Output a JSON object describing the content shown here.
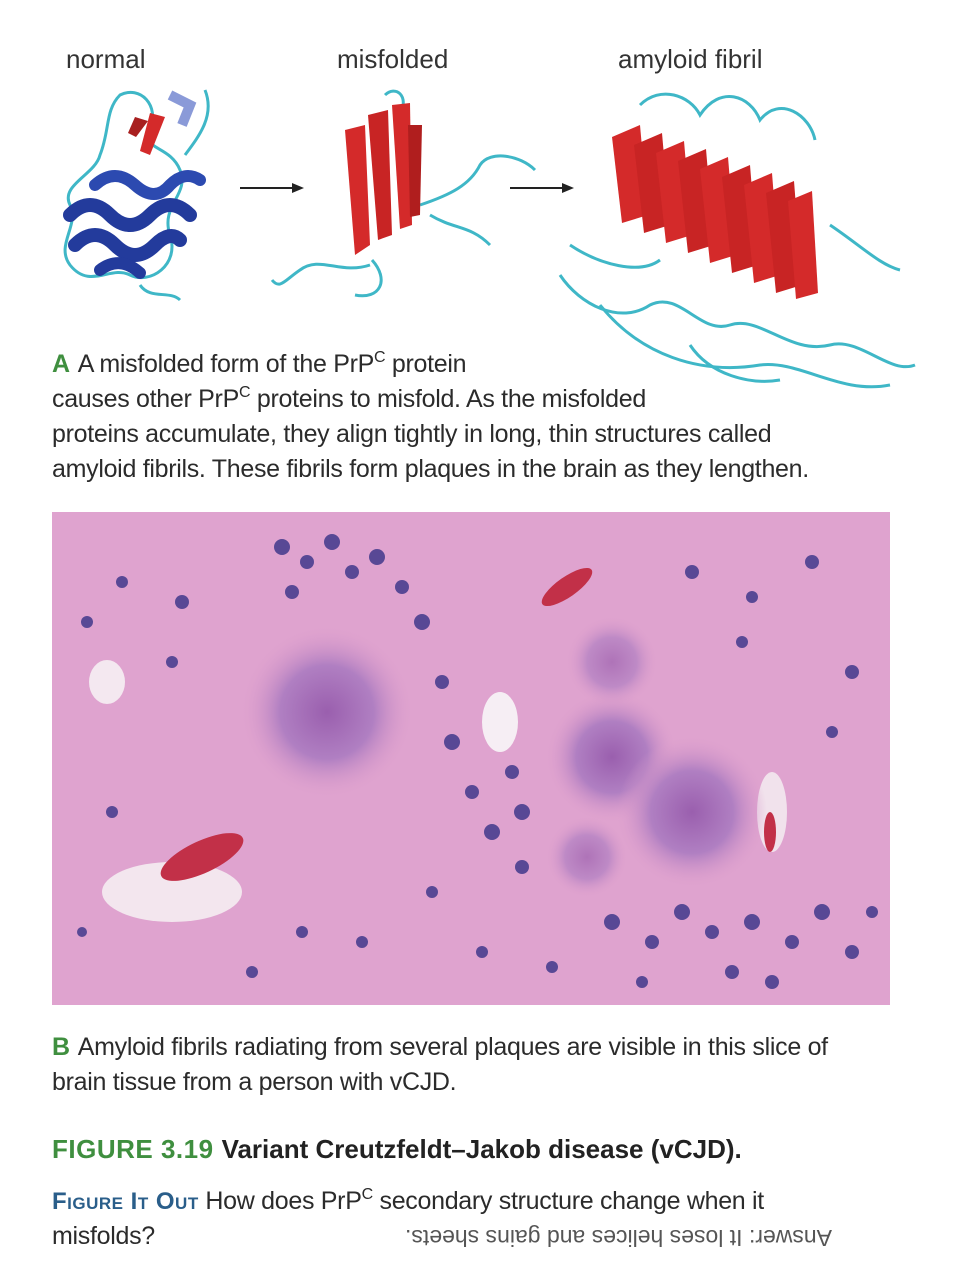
{
  "panel_a": {
    "labels": {
      "normal": "normal",
      "misfolded": "misfolded",
      "amyloid": "amyloid fibril"
    },
    "caption": {
      "letter": "A",
      "line1_pre": "A misfolded form of the PrP",
      "sup": "C",
      "line1_post": " protein",
      "line2_pre": "causes other PrP",
      "line2_post": " proteins to misfold. As the misfolded",
      "line3": "proteins accumulate, they align tightly in long, thin structures called",
      "line4": "amyloid fibrils. These fibrils form plaques in the brain as they lengthen."
    },
    "colors": {
      "helix": "#233b9c",
      "sheet": "#d42a2a",
      "coil": "#3fb7c7"
    }
  },
  "panel_b": {
    "caption": {
      "letter": "B",
      "line1": "Amyloid fibrils radiating from several plaques are visible in this slice of",
      "line2": "brain tissue from a person with vCJD."
    },
    "colors": {
      "tissue": "#dc9ccb",
      "nucleus": "#4a3f8f",
      "plaque": "#a46bb8",
      "blood": "#c23048"
    }
  },
  "figure": {
    "number": "FIGURE 3.19",
    "title": "Variant Creutzfeldt–Jakob disease (vCJD)."
  },
  "figure_it_out": {
    "label": "Figure It Out",
    "question_pre": "How does PrP",
    "sup": "C",
    "question_post": " secondary structure change when it",
    "question_line2": "misfolds?",
    "answer": "Answer: It loses helices and gains sheets."
  }
}
